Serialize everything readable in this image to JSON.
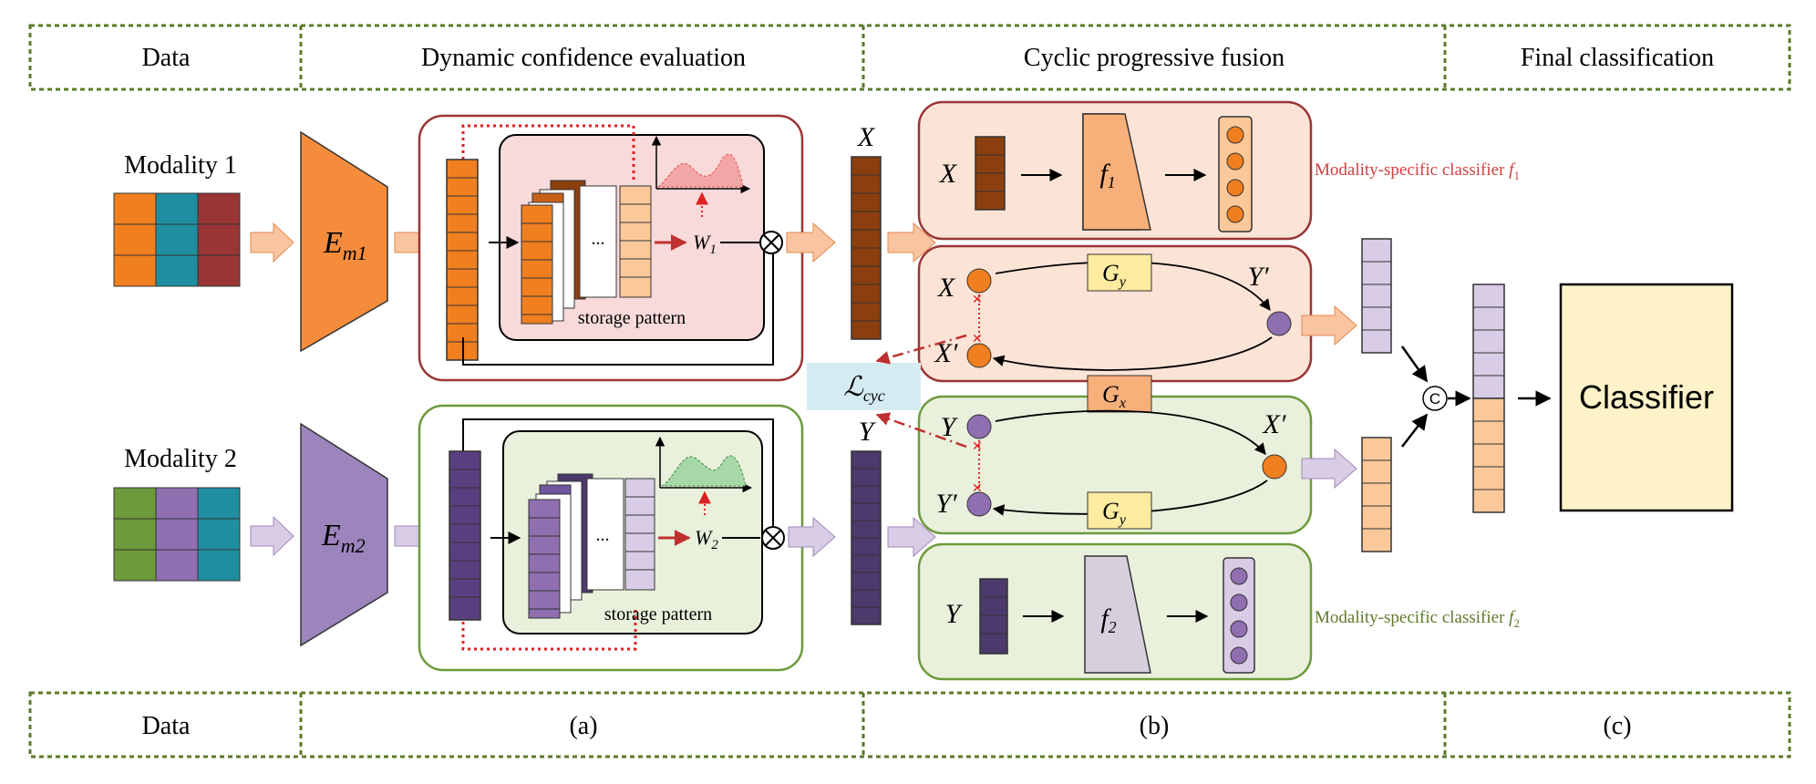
{
  "header": {
    "data": "Data",
    "dynamic": "Dynamic confidence evaluation",
    "cyclic": "Cyclic progressive fusion",
    "final": "Final classification"
  },
  "footer": {
    "data": "Data",
    "a": "(a)",
    "b": "(b)",
    "c": "(c)"
  },
  "modality1": {
    "label": "Modality 1",
    "encoder": "E",
    "encoder_sub": "m1",
    "weight": "W",
    "weight_sub": "1",
    "storage": "storage pattern",
    "feature": "X"
  },
  "modality2": {
    "label": "Modality 2",
    "encoder": "E",
    "encoder_sub": "m2",
    "weight": "W",
    "weight_sub": "2",
    "storage": "storage pattern",
    "feature": "Y"
  },
  "ellipsis": "...",
  "classifier_top": {
    "input": "X",
    "func": "f",
    "func_sub": "1",
    "caption": "Modality-specific classifier ",
    "caption_f": "f",
    "caption_sub": "1"
  },
  "classifier_bottom": {
    "input": "Y",
    "func": "f",
    "func_sub": "2",
    "caption": "Modality-specific classifier ",
    "caption_f": "f",
    "caption_sub": "2"
  },
  "cycle_top": {
    "x": "X",
    "xp": "X′",
    "yp": "Y′",
    "gy": "G",
    "gy_sub": "y",
    "gx": "G",
    "gx_sub": "x"
  },
  "cycle_bottom": {
    "y": "Y",
    "yp": "Y′",
    "xp": "X′",
    "gy": "G",
    "gy_sub": "y"
  },
  "loss": {
    "symbol": "ℒ",
    "sub": "cyc"
  },
  "concat": "C",
  "final_classifier": "Classifier",
  "colors": {
    "orange": "#f07f20",
    "dark_orange": "#8b3f0f",
    "teal": "#1f8ea0",
    "maroon": "#9a3535",
    "green": "#6d9a3c",
    "purple": "#8f6fb0",
    "dark_purple": "#4b3a6b",
    "box_top": "#fbe4d6",
    "box_bottom": "#e9f0dc",
    "border_top": "#9a3535",
    "border_bottom": "#6d9a3c",
    "dash_green": "#5a7a2a",
    "yellow": "#fdeba0",
    "final_fill": "#fdf2c8",
    "loss_fill": "#d5ebf2"
  }
}
